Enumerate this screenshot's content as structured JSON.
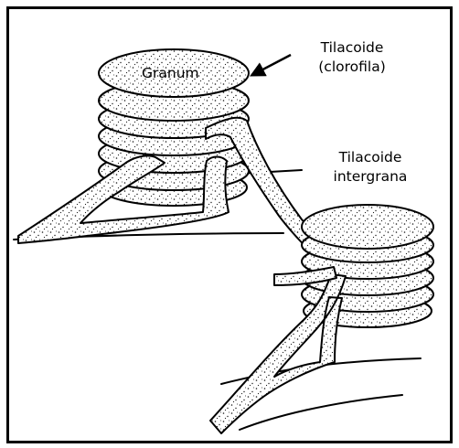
{
  "labels": {
    "granum": "Granum",
    "tilacoide_top_1": "Tilacoide",
    "tilacoide_top_2": "(clorofila)",
    "tilacoide_inter_1": "Tilacoide",
    "tilacoide_inter_2": "intergrana"
  },
  "colors": {
    "ink": "#000000",
    "paper": "#ffffff",
    "stipple": "#1a1a1a"
  }
}
